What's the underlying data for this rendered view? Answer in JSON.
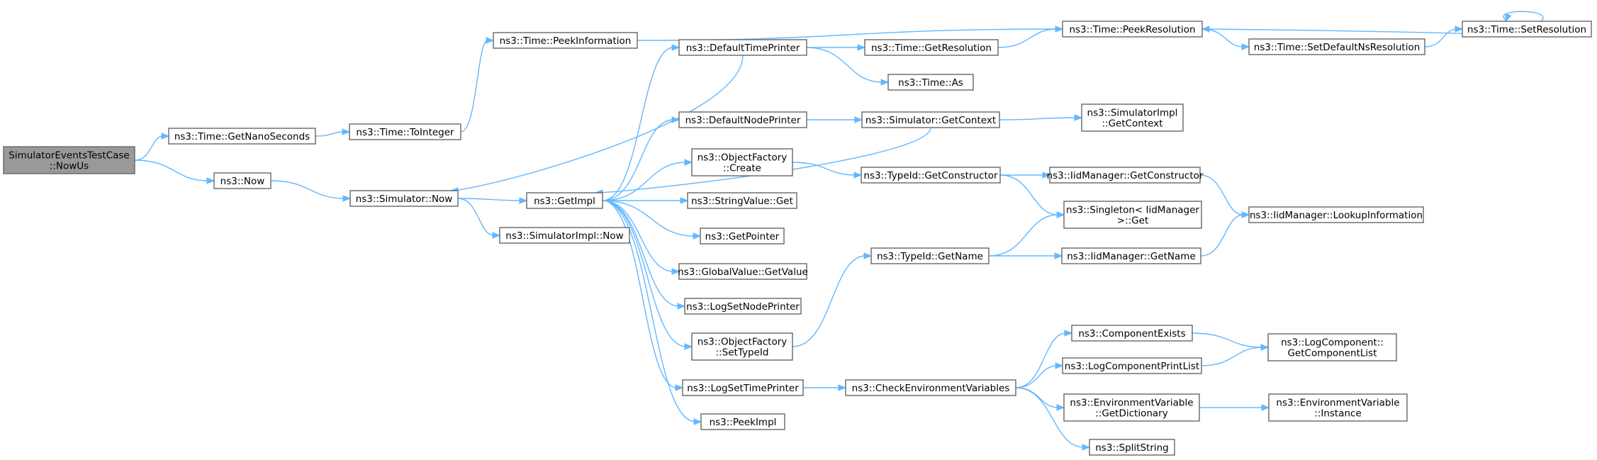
{
  "graph": {
    "title": "",
    "nodes": [
      {
        "id": "root",
        "lines": [
          "SimulatorEventsTestCase",
          "::NowUs"
        ],
        "root": true
      },
      {
        "id": "getNanoSeconds",
        "lines": [
          "ns3::Time::GetNanoSeconds"
        ]
      },
      {
        "id": "toInteger",
        "lines": [
          "ns3::Time::ToInteger"
        ]
      },
      {
        "id": "peekInformation",
        "lines": [
          "ns3::Time::PeekInformation"
        ]
      },
      {
        "id": "peekResolution",
        "lines": [
          "ns3::Time::PeekResolution"
        ]
      },
      {
        "id": "setDefaultNsResolution",
        "lines": [
          "ns3::Time::SetDefaultNsResolution"
        ]
      },
      {
        "id": "setResolution",
        "lines": [
          "ns3::Time::SetResolution"
        ]
      },
      {
        "id": "now",
        "lines": [
          "ns3::Now"
        ]
      },
      {
        "id": "simNow",
        "lines": [
          "ns3::Simulator::Now"
        ]
      },
      {
        "id": "simImplNow",
        "lines": [
          "ns3::SimulatorImpl::Now"
        ]
      },
      {
        "id": "getImpl",
        "lines": [
          "ns3::GetImpl"
        ]
      },
      {
        "id": "defaultTimePrinter",
        "lines": [
          "ns3::DefaultTimePrinter"
        ]
      },
      {
        "id": "getResolution",
        "lines": [
          "ns3::Time::GetResolution"
        ]
      },
      {
        "id": "timeAs",
        "lines": [
          "ns3::Time::As"
        ]
      },
      {
        "id": "defaultNodePrinter",
        "lines": [
          "ns3::DefaultNodePrinter"
        ]
      },
      {
        "id": "simGetContext",
        "lines": [
          "ns3::Simulator::GetContext"
        ]
      },
      {
        "id": "simImplGetContext",
        "lines": [
          "ns3::SimulatorImpl",
          "::GetContext"
        ]
      },
      {
        "id": "objFactoryCreate",
        "lines": [
          "ns3::ObjectFactory",
          "::Create"
        ]
      },
      {
        "id": "typeIdGetConstructor",
        "lines": [
          "ns3::TypeId::GetConstructor"
        ]
      },
      {
        "id": "iidGetConstructor",
        "lines": [
          "ns3::IidManager::GetConstructor"
        ]
      },
      {
        "id": "iidLookup",
        "lines": [
          "ns3::IidManager::LookupInformation"
        ]
      },
      {
        "id": "singletonGet",
        "lines": [
          "ns3::Singleton< IidManager",
          ">::Get"
        ]
      },
      {
        "id": "stringValueGet",
        "lines": [
          "ns3::StringValue::Get"
        ]
      },
      {
        "id": "getPointer",
        "lines": [
          "ns3::GetPointer"
        ]
      },
      {
        "id": "typeIdGetName",
        "lines": [
          "ns3::TypeId::GetName"
        ]
      },
      {
        "id": "iidGetName",
        "lines": [
          "ns3::IidManager::GetName"
        ]
      },
      {
        "id": "globalValueGetValue",
        "lines": [
          "ns3::GlobalValue::GetValue"
        ]
      },
      {
        "id": "logSetNodePrinter",
        "lines": [
          "ns3::LogSetNodePrinter"
        ]
      },
      {
        "id": "objFactorySetTypeId",
        "lines": [
          "ns3::ObjectFactory",
          "::SetTypeId"
        ]
      },
      {
        "id": "componentExists",
        "lines": [
          "ns3::ComponentExists"
        ]
      },
      {
        "id": "logComponentPrintList",
        "lines": [
          "ns3::LogComponentPrintList"
        ]
      },
      {
        "id": "getComponentList",
        "lines": [
          "ns3::LogComponent::",
          "GetComponentList"
        ]
      },
      {
        "id": "logSetTimePrinter",
        "lines": [
          "ns3::LogSetTimePrinter"
        ]
      },
      {
        "id": "checkEnvVars",
        "lines": [
          "ns3::CheckEnvironmentVariables"
        ]
      },
      {
        "id": "envGetDictionary",
        "lines": [
          "ns3::EnvironmentVariable",
          "::GetDictionary"
        ]
      },
      {
        "id": "envInstance",
        "lines": [
          "ns3::EnvironmentVariable",
          "::Instance"
        ]
      },
      {
        "id": "splitString",
        "lines": [
          "ns3::SplitString"
        ]
      },
      {
        "id": "peekImpl",
        "lines": [
          "ns3::PeekImpl"
        ]
      }
    ],
    "edges": [
      [
        "root",
        "getNanoSeconds"
      ],
      [
        "root",
        "now"
      ],
      [
        "getNanoSeconds",
        "toInteger"
      ],
      [
        "toInteger",
        "peekInformation"
      ],
      [
        "peekInformation",
        "peekResolution"
      ],
      [
        "peekResolution",
        "setDefaultNsResolution"
      ],
      [
        "setDefaultNsResolution",
        "setResolution"
      ],
      [
        "setResolution",
        "peekResolution"
      ],
      [
        "setResolution",
        "setResolution"
      ],
      [
        "now",
        "simNow"
      ],
      [
        "simNow",
        "getImpl"
      ],
      [
        "simNow",
        "simImplNow"
      ],
      [
        "getImpl",
        "defaultTimePrinter"
      ],
      [
        "getImpl",
        "defaultNodePrinter"
      ],
      [
        "getImpl",
        "objFactoryCreate"
      ],
      [
        "getImpl",
        "stringValueGet"
      ],
      [
        "getImpl",
        "getPointer"
      ],
      [
        "getImpl",
        "globalValueGetValue"
      ],
      [
        "getImpl",
        "logSetNodePrinter"
      ],
      [
        "getImpl",
        "objFactorySetTypeId"
      ],
      [
        "getImpl",
        "logSetTimePrinter"
      ],
      [
        "getImpl",
        "peekImpl"
      ],
      [
        "defaultTimePrinter",
        "getResolution"
      ],
      [
        "defaultTimePrinter",
        "timeAs"
      ],
      [
        "defaultTimePrinter",
        "simNow"
      ],
      [
        "getResolution",
        "peekResolution"
      ],
      [
        "defaultNodePrinter",
        "simGetContext"
      ],
      [
        "simGetContext",
        "simImplGetContext"
      ],
      [
        "simGetContext",
        "getImpl"
      ],
      [
        "objFactoryCreate",
        "typeIdGetConstructor"
      ],
      [
        "typeIdGetConstructor",
        "iidGetConstructor"
      ],
      [
        "typeIdGetConstructor",
        "singletonGet"
      ],
      [
        "iidGetConstructor",
        "iidLookup"
      ],
      [
        "objFactorySetTypeId",
        "typeIdGetName"
      ],
      [
        "typeIdGetName",
        "singletonGet"
      ],
      [
        "typeIdGetName",
        "iidGetName"
      ],
      [
        "iidGetName",
        "iidLookup"
      ],
      [
        "logSetTimePrinter",
        "checkEnvVars"
      ],
      [
        "checkEnvVars",
        "componentExists"
      ],
      [
        "checkEnvVars",
        "logComponentPrintList"
      ],
      [
        "checkEnvVars",
        "envGetDictionary"
      ],
      [
        "checkEnvVars",
        "splitString"
      ],
      [
        "componentExists",
        "getComponentList"
      ],
      [
        "logComponentPrintList",
        "getComponentList"
      ],
      [
        "envGetDictionary",
        "envInstance"
      ]
    ]
  },
  "colors": {
    "edge": "#63b8ff",
    "node_border": "#666666",
    "root_fill": "#999999",
    "node_fill": "#ffffff"
  }
}
